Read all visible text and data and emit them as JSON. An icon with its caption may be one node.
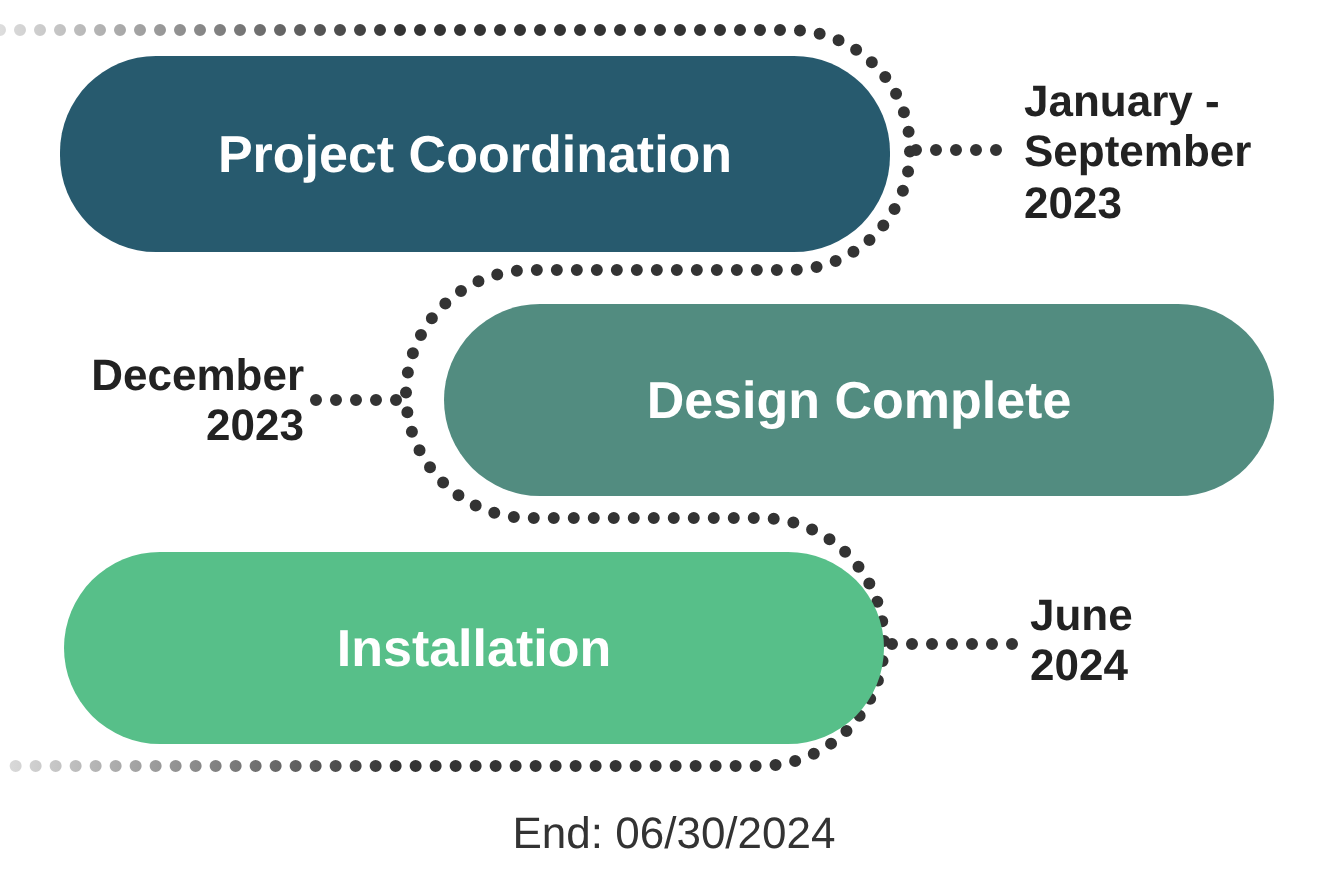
{
  "diagram": {
    "nodes": [
      {
        "text": [
          "Project Coordination"
        ]
      },
      {
        "text": [
          "Design Complete"
        ]
      },
      {
        "text": [
          "Installation"
        ]
      }
    ],
    "labels": [
      "January - September 2023",
      "December 2023",
      "June 2024",
      "End: 06/30/2024"
    ]
  }
}
